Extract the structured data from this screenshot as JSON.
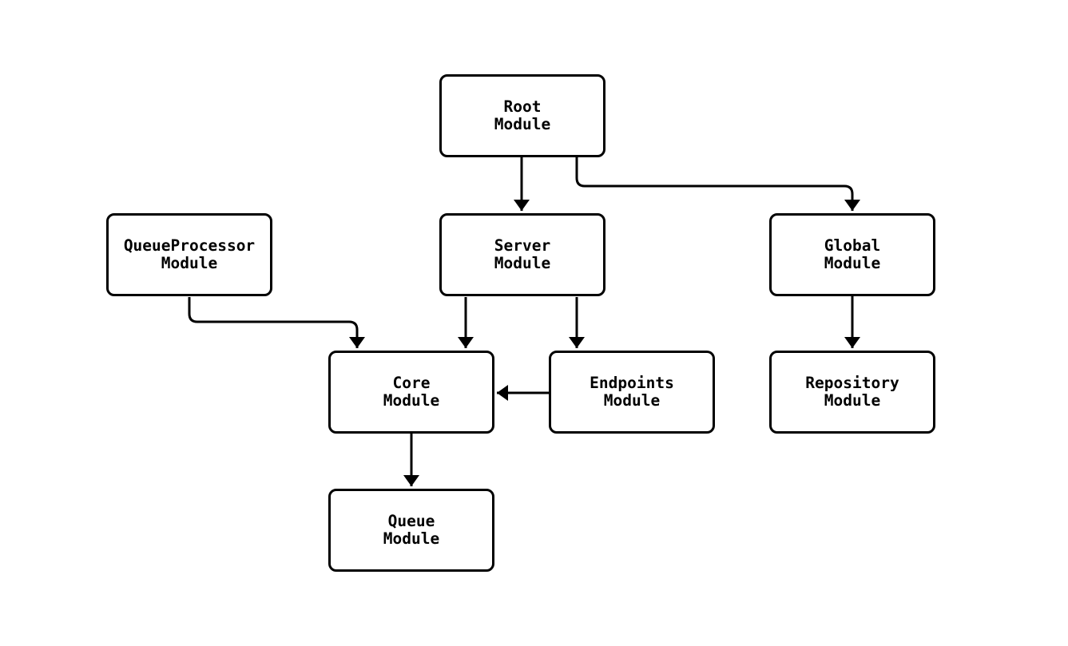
{
  "diagram": {
    "type": "flowchart",
    "background_color": "#ffffff",
    "stroke_color": "#000000",
    "text_color": "#000000",
    "node_fill_color": "#ffffff",
    "nodes": {
      "root": {
        "line1": "Root",
        "line2": "Module"
      },
      "queueprocessor": {
        "line1": "QueueProcessor",
        "line2": "Module"
      },
      "server": {
        "line1": "Server",
        "line2": "Module"
      },
      "global": {
        "line1": "Global",
        "line2": "Module"
      },
      "core": {
        "line1": "Core",
        "line2": "Module"
      },
      "endpoints": {
        "line1": "Endpoints",
        "line2": "Module"
      },
      "repository": {
        "line1": "Repository",
        "line2": "Module"
      },
      "queue": {
        "line1": "Queue",
        "line2": "Module"
      }
    },
    "edges": [
      {
        "from": "Root Module",
        "to": "Server Module"
      },
      {
        "from": "Root Module",
        "to": "Global Module"
      },
      {
        "from": "QueueProcessor Module",
        "to": "Core Module"
      },
      {
        "from": "Server Module",
        "to": "Core Module"
      },
      {
        "from": "Server Module",
        "to": "Endpoints Module"
      },
      {
        "from": "Endpoints Module",
        "to": "Core Module"
      },
      {
        "from": "Global Module",
        "to": "Repository Module"
      },
      {
        "from": "Core Module",
        "to": "Queue Module"
      }
    ]
  }
}
